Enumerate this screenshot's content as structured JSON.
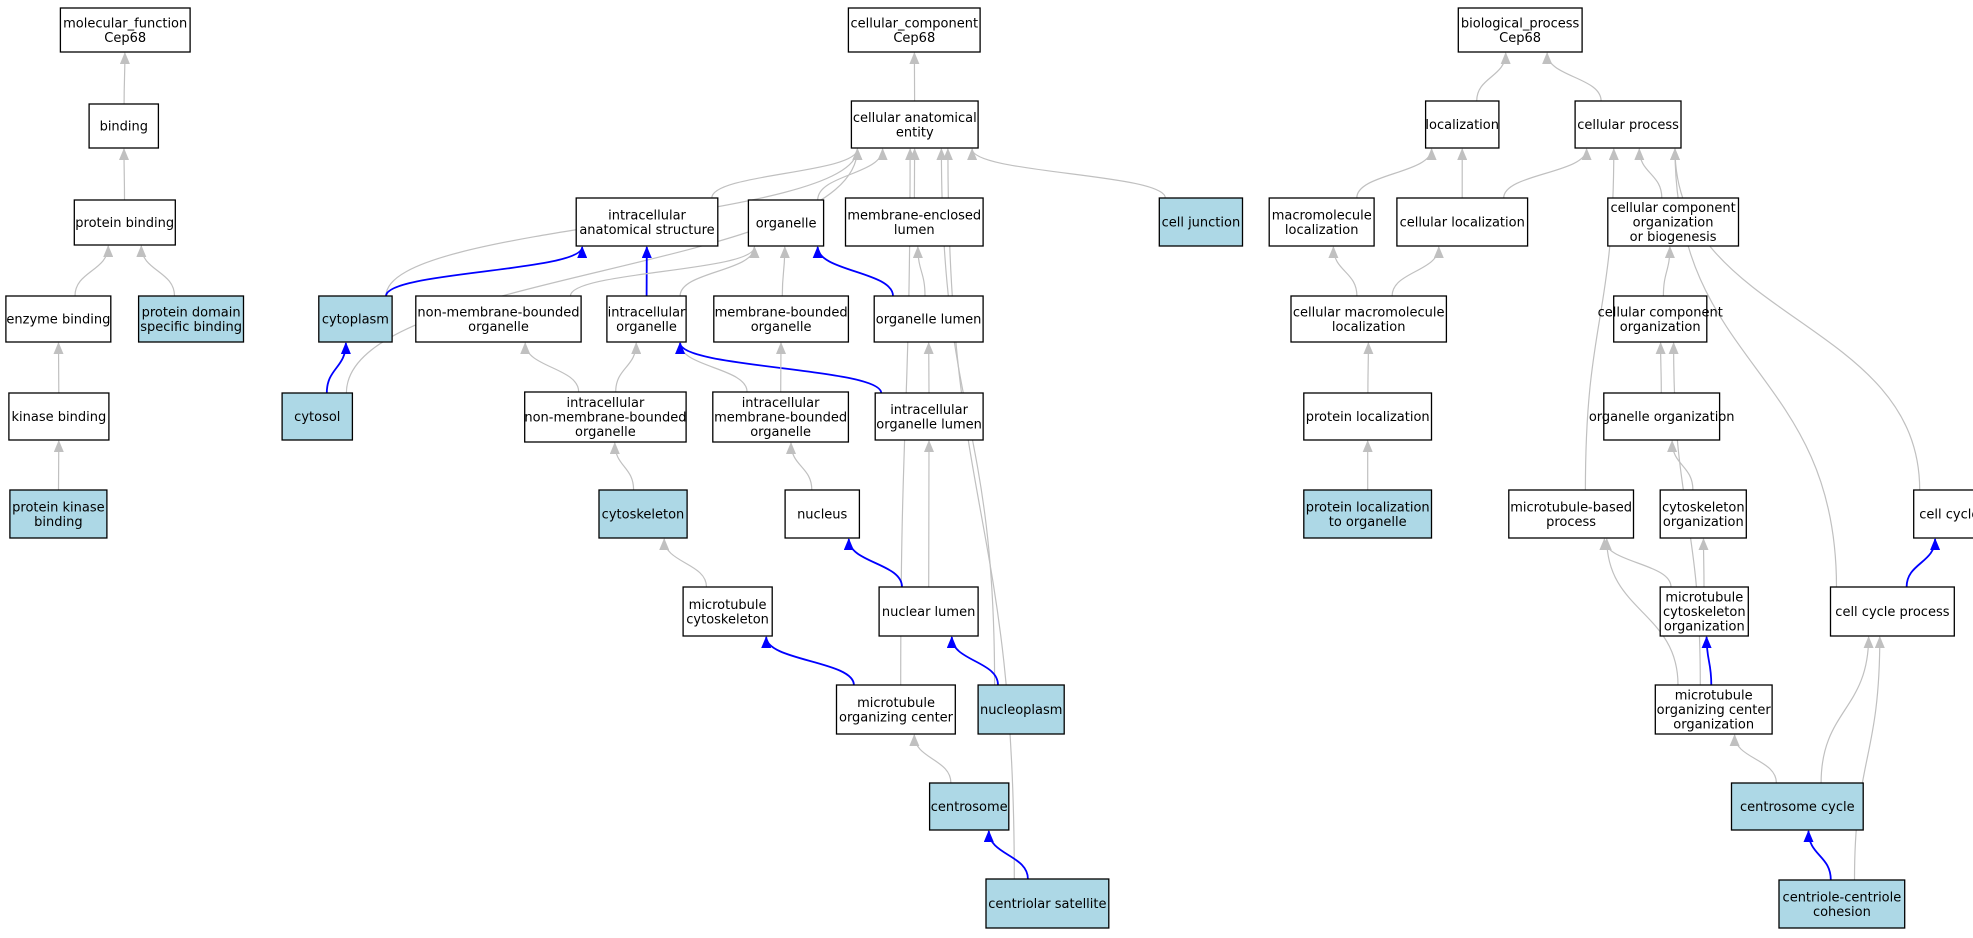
{
  "colors": {
    "plain": "#ffffff",
    "annotated": "#add8e6",
    "is_a_edge": "#c0c0c0",
    "part_of_edge": "#0000ff"
  },
  "nodes": [
    {
      "id": "mf",
      "lines": [
        "molecular_function",
        "Cep68"
      ],
      "fill": "plain"
    },
    {
      "id": "binding",
      "lines": [
        "binding"
      ],
      "fill": "plain"
    },
    {
      "id": "protein_binding",
      "lines": [
        "protein binding"
      ],
      "fill": "plain"
    },
    {
      "id": "enzyme_binding",
      "lines": [
        "enzyme binding"
      ],
      "fill": "plain"
    },
    {
      "id": "protein_domain",
      "lines": [
        "protein domain",
        "specific binding"
      ],
      "fill": "annotated"
    },
    {
      "id": "kinase_binding",
      "lines": [
        "kinase binding"
      ],
      "fill": "plain"
    },
    {
      "id": "protein_kinase",
      "lines": [
        "protein kinase",
        "binding"
      ],
      "fill": "annotated"
    },
    {
      "id": "cc",
      "lines": [
        "cellular_component",
        "Cep68"
      ],
      "fill": "plain"
    },
    {
      "id": "cae",
      "lines": [
        "cellular anatomical",
        "entity"
      ],
      "fill": "plain"
    },
    {
      "id": "ias",
      "lines": [
        "intracellular",
        "anatomical structure"
      ],
      "fill": "plain"
    },
    {
      "id": "organelle",
      "lines": [
        "organelle"
      ],
      "fill": "plain"
    },
    {
      "id": "mel",
      "lines": [
        "membrane-enclosed",
        "lumen"
      ],
      "fill": "plain"
    },
    {
      "id": "cell_junction",
      "lines": [
        "cell junction"
      ],
      "fill": "annotated"
    },
    {
      "id": "cytoplasm",
      "lines": [
        "cytoplasm"
      ],
      "fill": "annotated"
    },
    {
      "id": "nmbo",
      "lines": [
        "non-membrane-bounded",
        "organelle"
      ],
      "fill": "plain"
    },
    {
      "id": "io",
      "lines": [
        "intracellular",
        "organelle"
      ],
      "fill": "plain"
    },
    {
      "id": "mbo",
      "lines": [
        "membrane-bounded",
        "organelle"
      ],
      "fill": "plain"
    },
    {
      "id": "ol",
      "lines": [
        "organelle lumen"
      ],
      "fill": "plain"
    },
    {
      "id": "cytosol",
      "lines": [
        "cytosol"
      ],
      "fill": "annotated"
    },
    {
      "id": "inmbo",
      "lines": [
        "intracellular",
        "non-membrane-bounded",
        "organelle"
      ],
      "fill": "plain"
    },
    {
      "id": "imbo",
      "lines": [
        "intracellular",
        "membrane-bounded",
        "organelle"
      ],
      "fill": "plain"
    },
    {
      "id": "iol",
      "lines": [
        "intracellular",
        "organelle lumen"
      ],
      "fill": "plain"
    },
    {
      "id": "cytoskeleton",
      "lines": [
        "cytoskeleton"
      ],
      "fill": "annotated"
    },
    {
      "id": "nucleus",
      "lines": [
        "nucleus"
      ],
      "fill": "plain"
    },
    {
      "id": "mt_cytoskeleton",
      "lines": [
        "microtubule",
        "cytoskeleton"
      ],
      "fill": "plain"
    },
    {
      "id": "nuclear_lumen",
      "lines": [
        "nuclear lumen"
      ],
      "fill": "plain"
    },
    {
      "id": "mtoc",
      "lines": [
        "microtubule",
        "organizing center"
      ],
      "fill": "plain"
    },
    {
      "id": "nucleoplasm",
      "lines": [
        "nucleoplasm"
      ],
      "fill": "annotated"
    },
    {
      "id": "centrosome",
      "lines": [
        "centrosome"
      ],
      "fill": "annotated"
    },
    {
      "id": "centriolar_satellite",
      "lines": [
        "centriolar satellite"
      ],
      "fill": "annotated"
    },
    {
      "id": "bp",
      "lines": [
        "biological_process",
        "Cep68"
      ],
      "fill": "plain"
    },
    {
      "id": "localization",
      "lines": [
        "localization"
      ],
      "fill": "plain"
    },
    {
      "id": "cellular_process",
      "lines": [
        "cellular process"
      ],
      "fill": "plain"
    },
    {
      "id": "macro_loc",
      "lines": [
        "macromolecule",
        "localization"
      ],
      "fill": "plain"
    },
    {
      "id": "cell_loc",
      "lines": [
        "cellular localization"
      ],
      "fill": "plain"
    },
    {
      "id": "ccob",
      "lines": [
        "cellular component",
        "organization",
        "or biogenesis"
      ],
      "fill": "plain"
    },
    {
      "id": "cml",
      "lines": [
        "cellular macromolecule",
        "localization"
      ],
      "fill": "plain"
    },
    {
      "id": "cco",
      "lines": [
        "cellular component",
        "organization"
      ],
      "fill": "plain"
    },
    {
      "id": "prot_loc",
      "lines": [
        "protein localization"
      ],
      "fill": "plain"
    },
    {
      "id": "org_org",
      "lines": [
        "organelle organization"
      ],
      "fill": "plain"
    },
    {
      "id": "plto",
      "lines": [
        "protein localization",
        "to organelle"
      ],
      "fill": "annotated"
    },
    {
      "id": "mtbp",
      "lines": [
        "microtubule-based",
        "process"
      ],
      "fill": "plain"
    },
    {
      "id": "cyto_org",
      "lines": [
        "cytoskeleton",
        "organization"
      ],
      "fill": "plain"
    },
    {
      "id": "cell_cycle",
      "lines": [
        "cell cycle"
      ],
      "fill": "plain"
    },
    {
      "id": "mtco",
      "lines": [
        "microtubule",
        "cytoskeleton",
        "organization"
      ],
      "fill": "plain"
    },
    {
      "id": "ccp",
      "lines": [
        "cell cycle process"
      ],
      "fill": "plain"
    },
    {
      "id": "mtoco",
      "lines": [
        "microtubule",
        "organizing center",
        "organization"
      ],
      "fill": "plain"
    },
    {
      "id": "centrosome_cycle",
      "lines": [
        "centrosome cycle"
      ],
      "fill": "annotated"
    },
    {
      "id": "ccc",
      "lines": [
        "centriole-centriole",
        "cohesion"
      ],
      "fill": "annotated"
    }
  ],
  "edges": [
    {
      "from": "binding",
      "to": "mf",
      "kind": "is_a"
    },
    {
      "from": "protein_binding",
      "to": "binding",
      "kind": "is_a"
    },
    {
      "from": "enzyme_binding",
      "to": "protein_binding",
      "kind": "is_a"
    },
    {
      "from": "protein_domain",
      "to": "protein_binding",
      "kind": "is_a"
    },
    {
      "from": "kinase_binding",
      "to": "enzyme_binding",
      "kind": "is_a"
    },
    {
      "from": "protein_kinase",
      "to": "kinase_binding",
      "kind": "is_a"
    },
    {
      "from": "cae",
      "to": "cc",
      "kind": "is_a"
    },
    {
      "from": "ias",
      "to": "cae",
      "kind": "is_a"
    },
    {
      "from": "organelle",
      "to": "cae",
      "kind": "is_a"
    },
    {
      "from": "mel",
      "to": "cae",
      "kind": "is_a"
    },
    {
      "from": "cell_junction",
      "to": "cae",
      "kind": "is_a"
    },
    {
      "from": "cytoplasm",
      "to": "cae",
      "kind": "is_a"
    },
    {
      "from": "cytosol",
      "to": "cae",
      "kind": "is_a"
    },
    {
      "from": "mtoc",
      "to": "cae",
      "kind": "is_a"
    },
    {
      "from": "nucleoplasm",
      "to": "cae",
      "kind": "is_a"
    },
    {
      "from": "centriolar_satellite",
      "to": "cae",
      "kind": "is_a"
    },
    {
      "from": "cytoplasm",
      "to": "ias",
      "kind": "part_of"
    },
    {
      "from": "io",
      "to": "ias",
      "kind": "part_of"
    },
    {
      "from": "cytosol",
      "to": "cytoplasm",
      "kind": "part_of"
    },
    {
      "from": "nmbo",
      "to": "organelle",
      "kind": "is_a"
    },
    {
      "from": "io",
      "to": "organelle",
      "kind": "is_a"
    },
    {
      "from": "mbo",
      "to": "organelle",
      "kind": "is_a"
    },
    {
      "from": "ol",
      "to": "organelle",
      "kind": "part_of"
    },
    {
      "from": "ol",
      "to": "mel",
      "kind": "is_a"
    },
    {
      "from": "inmbo",
      "to": "nmbo",
      "kind": "is_a"
    },
    {
      "from": "inmbo",
      "to": "io",
      "kind": "is_a"
    },
    {
      "from": "imbo",
      "to": "io",
      "kind": "is_a"
    },
    {
      "from": "iol",
      "to": "io",
      "kind": "part_of"
    },
    {
      "from": "imbo",
      "to": "mbo",
      "kind": "is_a"
    },
    {
      "from": "iol",
      "to": "ol",
      "kind": "is_a"
    },
    {
      "from": "cytoskeleton",
      "to": "inmbo",
      "kind": "is_a"
    },
    {
      "from": "nucleus",
      "to": "imbo",
      "kind": "is_a"
    },
    {
      "from": "nuclear_lumen",
      "to": "iol",
      "kind": "is_a"
    },
    {
      "from": "mt_cytoskeleton",
      "to": "cytoskeleton",
      "kind": "is_a"
    },
    {
      "from": "nuclear_lumen",
      "to": "nucleus",
      "kind": "part_of"
    },
    {
      "from": "mtoc",
      "to": "mt_cytoskeleton",
      "kind": "part_of"
    },
    {
      "from": "nucleoplasm",
      "to": "nuclear_lumen",
      "kind": "part_of"
    },
    {
      "from": "centrosome",
      "to": "mtoc",
      "kind": "is_a"
    },
    {
      "from": "centriolar_satellite",
      "to": "centrosome",
      "kind": "part_of"
    },
    {
      "from": "localization",
      "to": "bp",
      "kind": "is_a"
    },
    {
      "from": "cellular_process",
      "to": "bp",
      "kind": "is_a"
    },
    {
      "from": "macro_loc",
      "to": "localization",
      "kind": "is_a"
    },
    {
      "from": "cell_loc",
      "to": "localization",
      "kind": "is_a"
    },
    {
      "from": "cell_loc",
      "to": "cellular_process",
      "kind": "is_a"
    },
    {
      "from": "ccob",
      "to": "cellular_process",
      "kind": "is_a"
    },
    {
      "from": "mtbp",
      "to": "cellular_process",
      "kind": "is_a"
    },
    {
      "from": "cell_cycle",
      "to": "cellular_process",
      "kind": "is_a"
    },
    {
      "from": "ccp",
      "to": "cellular_process",
      "kind": "is_a"
    },
    {
      "from": "cml",
      "to": "macro_loc",
      "kind": "is_a"
    },
    {
      "from": "cml",
      "to": "cell_loc",
      "kind": "is_a"
    },
    {
      "from": "cco",
      "to": "ccob",
      "kind": "is_a"
    },
    {
      "from": "prot_loc",
      "to": "cml",
      "kind": "is_a"
    },
    {
      "from": "org_org",
      "to": "cco",
      "kind": "is_a"
    },
    {
      "from": "mtoco",
      "to": "cco",
      "kind": "is_a"
    },
    {
      "from": "plto",
      "to": "prot_loc",
      "kind": "is_a"
    },
    {
      "from": "cyto_org",
      "to": "org_org",
      "kind": "is_a"
    },
    {
      "from": "mtco",
      "to": "mtbp",
      "kind": "is_a"
    },
    {
      "from": "mtoco",
      "to": "mtbp",
      "kind": "is_a"
    },
    {
      "from": "mtco",
      "to": "cyto_org",
      "kind": "is_a"
    },
    {
      "from": "ccp",
      "to": "cell_cycle",
      "kind": "part_of"
    },
    {
      "from": "mtoco",
      "to": "mtco",
      "kind": "part_of"
    },
    {
      "from": "centrosome_cycle",
      "to": "mtoco",
      "kind": "is_a"
    },
    {
      "from": "centrosome_cycle",
      "to": "ccp",
      "kind": "is_a"
    },
    {
      "from": "ccc",
      "to": "ccp",
      "kind": "is_a"
    },
    {
      "from": "ccc",
      "to": "centrosome_cycle",
      "kind": "part_of"
    }
  ]
}
